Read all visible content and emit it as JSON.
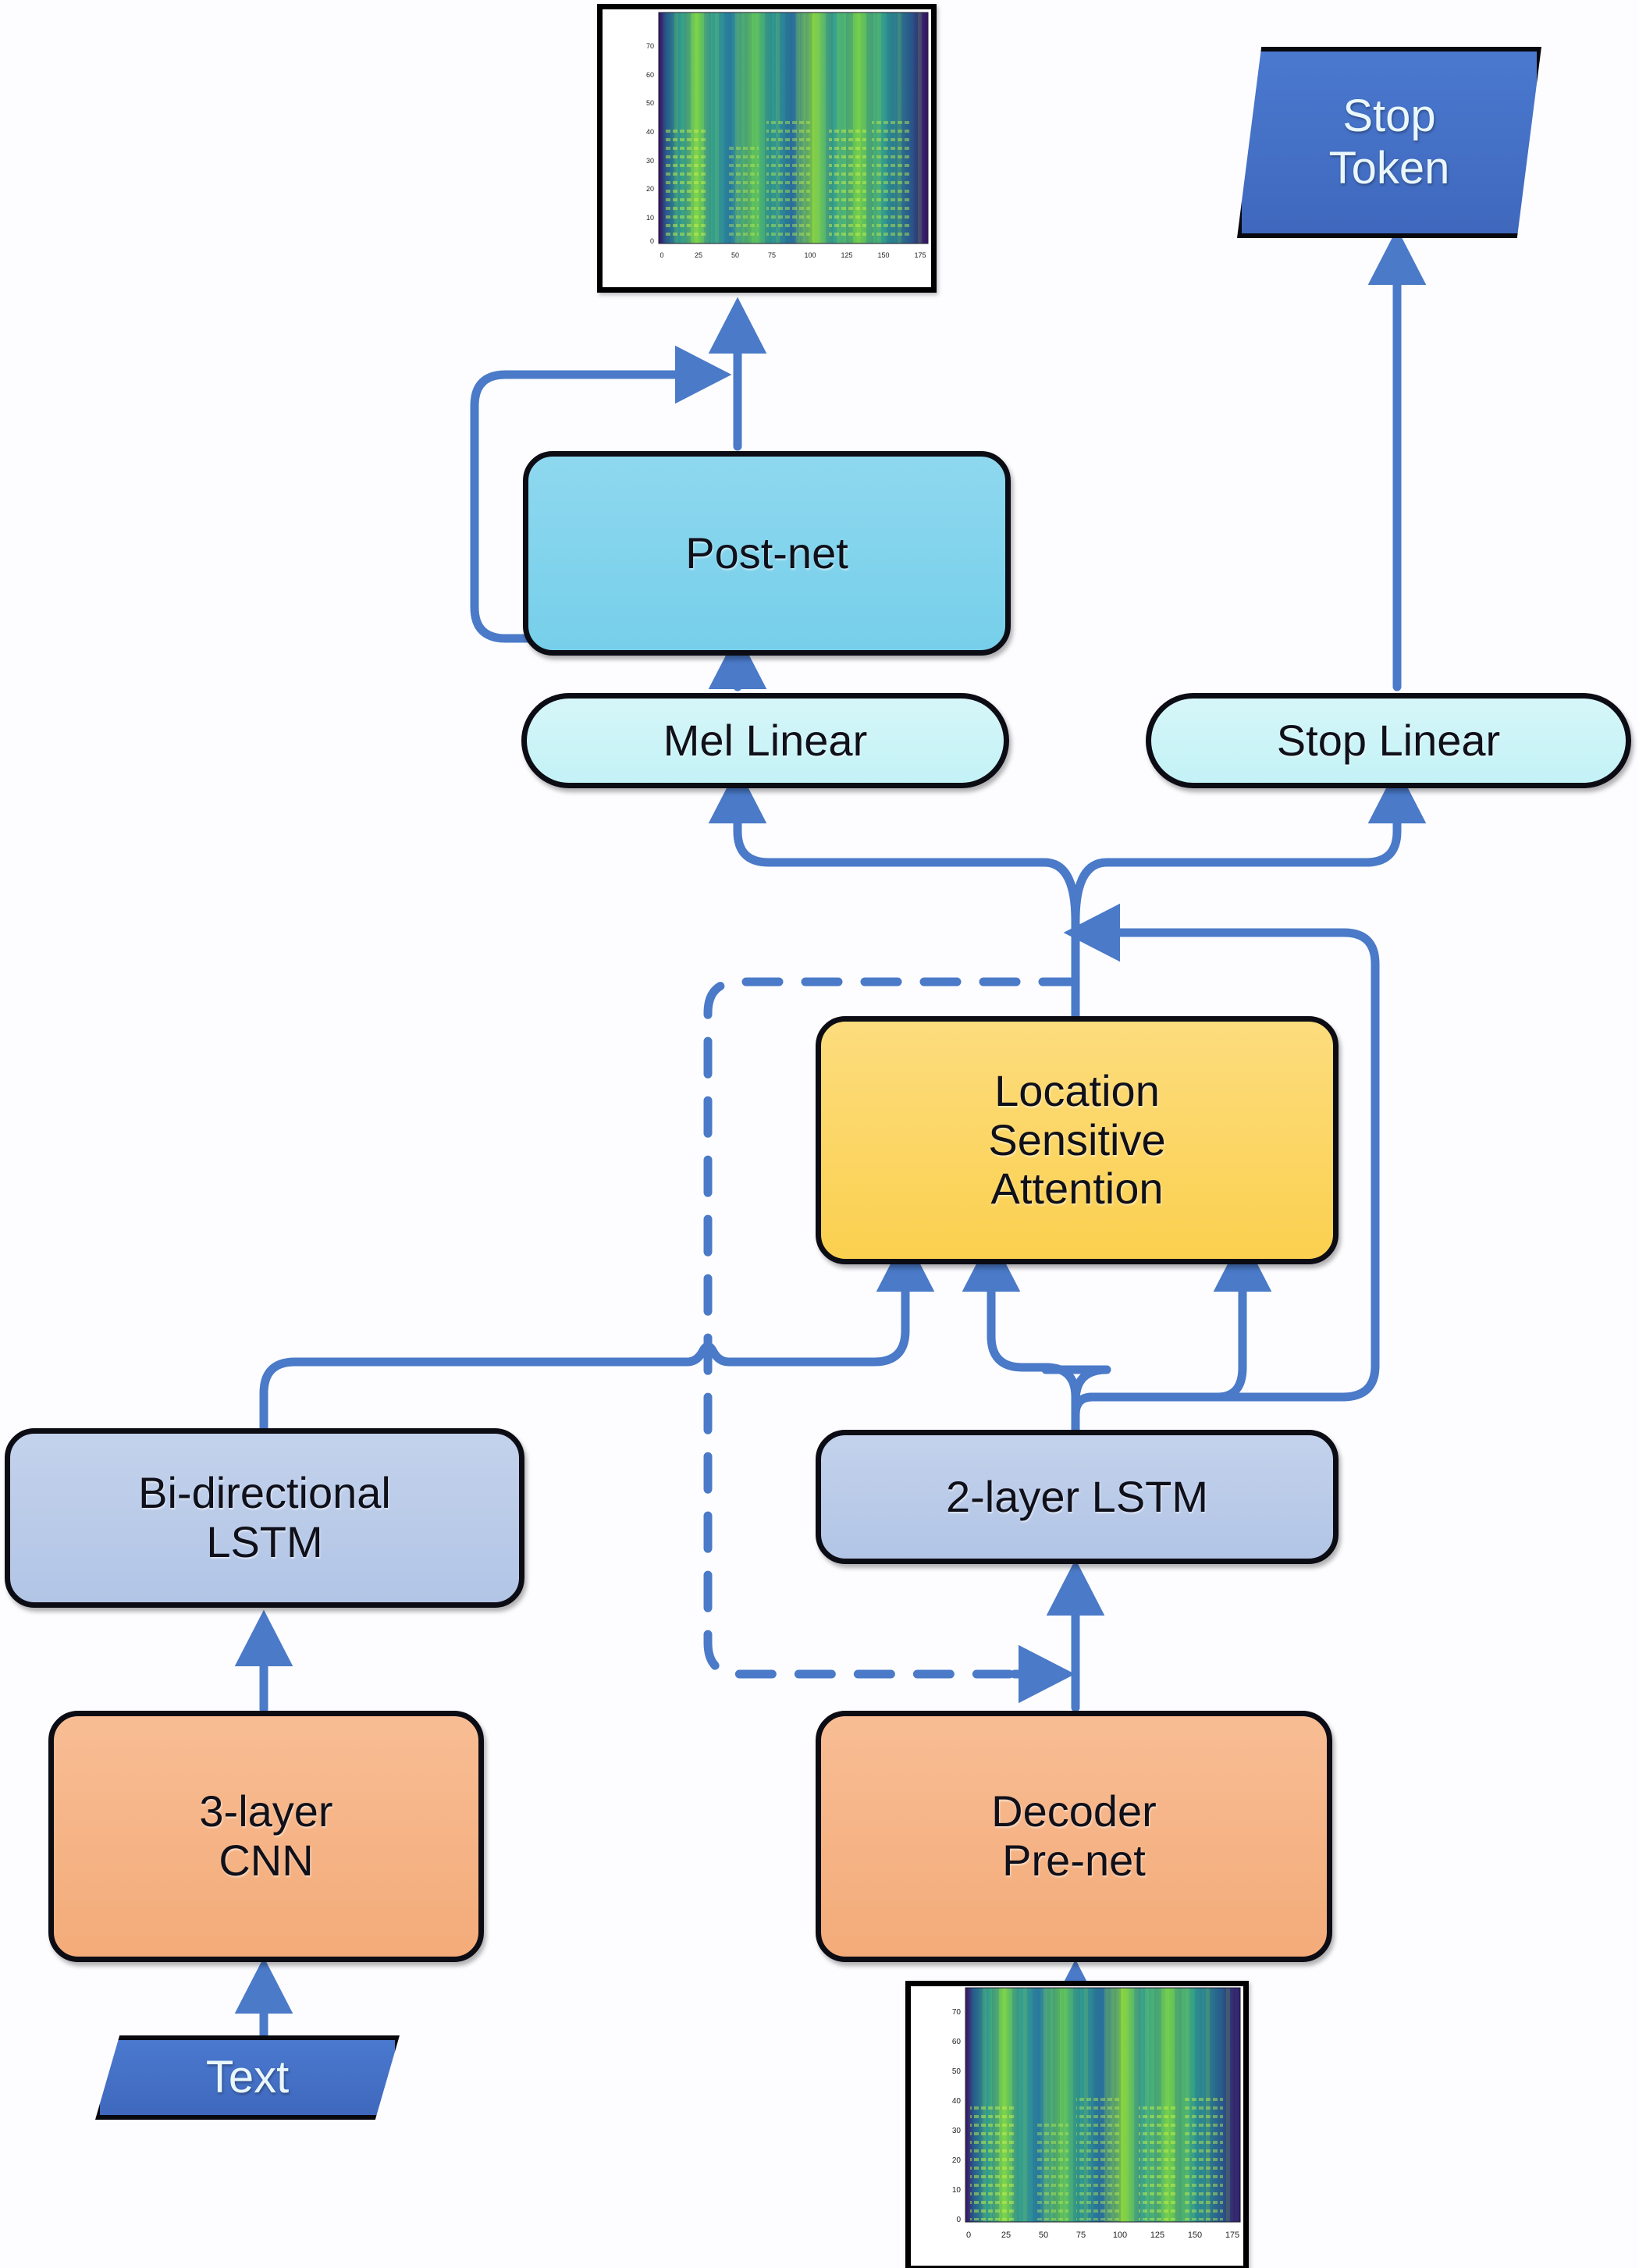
{
  "diagram": {
    "title": "Tacotron 2 style text-to-speech architecture block diagram",
    "accent_color": "#4472C4",
    "arrow_color": "#4a7ac8",
    "nodes": {
      "top_spectrogram": {
        "name": "mel-spectrogram-output",
        "label": ""
      },
      "stop_token": {
        "label": "Stop\nToken",
        "fill": "#4472C4",
        "text_color": "#E9F7FB",
        "shape": "parallelogram"
      },
      "post_net": {
        "label": "Post-net",
        "fill": "#7FD4ED",
        "shape": "rounded-rect"
      },
      "mel_linear": {
        "label": "Mel Linear",
        "fill": "#CFF4F7",
        "shape": "rounded-rect"
      },
      "stop_linear": {
        "label": "Stop Linear",
        "fill": "#CFF4F7",
        "shape": "rounded-rect"
      },
      "attention": {
        "label": "Location\nSensitive\nAttention",
        "fill": "#FBD04F",
        "shape": "rounded-rect"
      },
      "bi_lstm": {
        "label": "Bi-directional\nLSTM",
        "fill": "#B4C7E7",
        "shape": "rounded-rect"
      },
      "two_layer_lstm": {
        "label": "2-layer LSTM",
        "fill": "#B4C7E7",
        "shape": "rounded-rect"
      },
      "cnn": {
        "label": "3-layer\nCNN",
        "fill": "#F5B183",
        "shape": "rounded-rect"
      },
      "decoder_prenet": {
        "label": "Decoder\nPre-net",
        "fill": "#F5B183",
        "shape": "rounded-rect"
      },
      "text_input": {
        "label": "Text",
        "fill": "#4472C4",
        "text_color": "#E9F7FB",
        "shape": "parallelogram"
      },
      "bottom_spectrogram": {
        "name": "mel-spectrogram-input",
        "label": ""
      }
    },
    "spectrogram_axes": {
      "x_ticks": [
        "0",
        "25",
        "50",
        "75",
        "100",
        "125",
        "150",
        "175"
      ],
      "y_ticks": [
        "0",
        "10",
        "20",
        "30",
        "40",
        "50",
        "60",
        "70"
      ],
      "x_range": [
        0,
        183
      ],
      "y_range": [
        0,
        79
      ]
    },
    "edges": [
      {
        "from": "text_input",
        "to": "cnn",
        "style": "solid"
      },
      {
        "from": "cnn",
        "to": "bi_lstm",
        "style": "solid"
      },
      {
        "from": "bi_lstm",
        "to": "attention",
        "style": "solid"
      },
      {
        "from": "bottom_spectrogram",
        "to": "decoder_prenet",
        "style": "solid"
      },
      {
        "from": "decoder_prenet",
        "to": "two_layer_lstm",
        "style": "solid"
      },
      {
        "from": "attention",
        "to": "two_layer_lstm",
        "style": "dashed"
      },
      {
        "from": "two_layer_lstm",
        "to": "attention",
        "style": "solid"
      },
      {
        "from": "two_layer_lstm",
        "to": "mel_linear",
        "style": "solid"
      },
      {
        "from": "two_layer_lstm",
        "to": "stop_linear",
        "style": "solid"
      },
      {
        "from": "mel_linear",
        "to": "post_net",
        "style": "solid"
      },
      {
        "from": "mel_linear",
        "to": "top_spectrogram",
        "style": "solid",
        "note": "residual skip"
      },
      {
        "from": "post_net",
        "to": "top_spectrogram",
        "style": "solid"
      },
      {
        "from": "stop_linear",
        "to": "stop_token",
        "style": "solid"
      }
    ]
  }
}
